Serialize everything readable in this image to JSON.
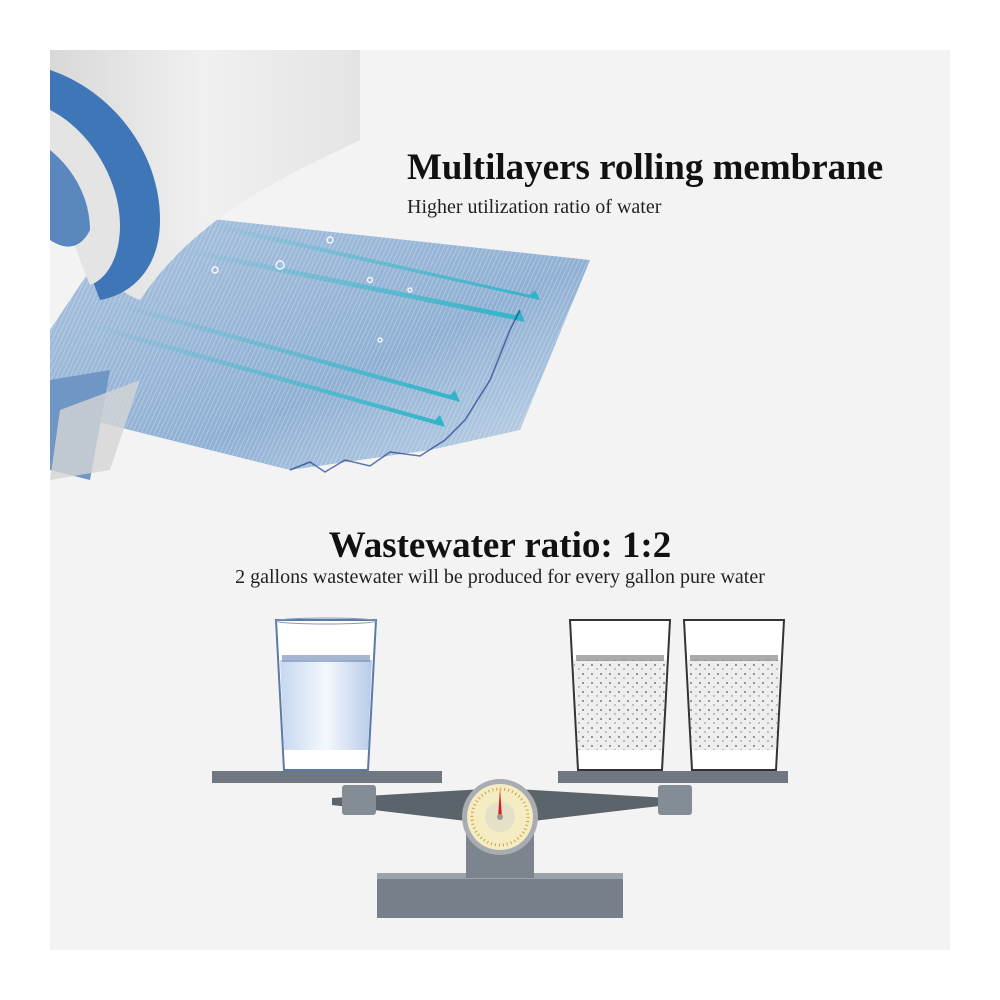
{
  "membrane": {
    "title": "Multilayers rolling membrane",
    "subtitle": "Higher utilization ratio of water"
  },
  "ratio": {
    "title": "Wastewater ratio: 1:2",
    "subtitle": "2 gallons wastewater will be produced for every gallon pure water"
  },
  "colors": {
    "background": "#f3f3f3",
    "membrane_blue": "#7fa3c9",
    "arrow_teal": "#3cc0cc",
    "scale_gray": "#7a838b",
    "needle_red": "#d0201c"
  }
}
